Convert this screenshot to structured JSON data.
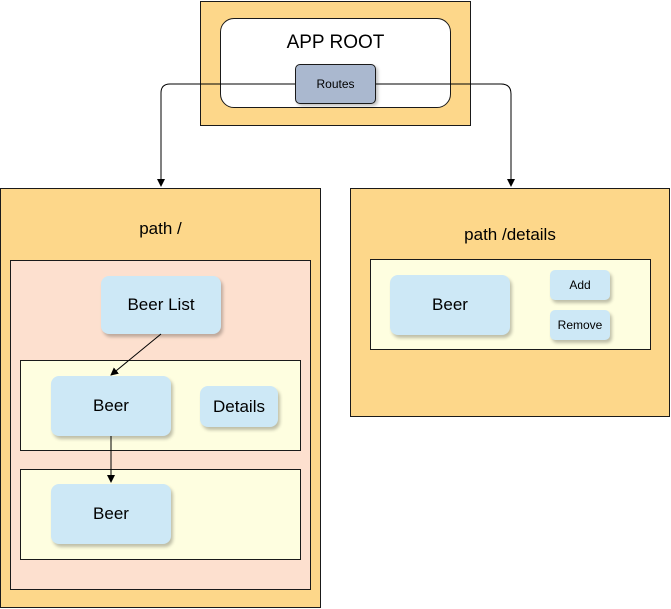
{
  "app_root": {
    "title": "APP ROOT",
    "routes_label": "Routes"
  },
  "path_root": {
    "title": "path /",
    "beer_list_label": "Beer List",
    "row1": {
      "beer_label": "Beer",
      "details_label": "Details"
    },
    "row2": {
      "beer_label": "Beer"
    }
  },
  "path_details": {
    "title": "path /details",
    "beer_label": "Beer",
    "add_label": "Add",
    "remove_label": "Remove"
  },
  "colors": {
    "container_fill": "#fdd78a",
    "list_fill": "#fde0cf",
    "row_fill": "#fefee0",
    "component_fill": "#cde8f6",
    "routes_fill": "#aab8cf"
  }
}
